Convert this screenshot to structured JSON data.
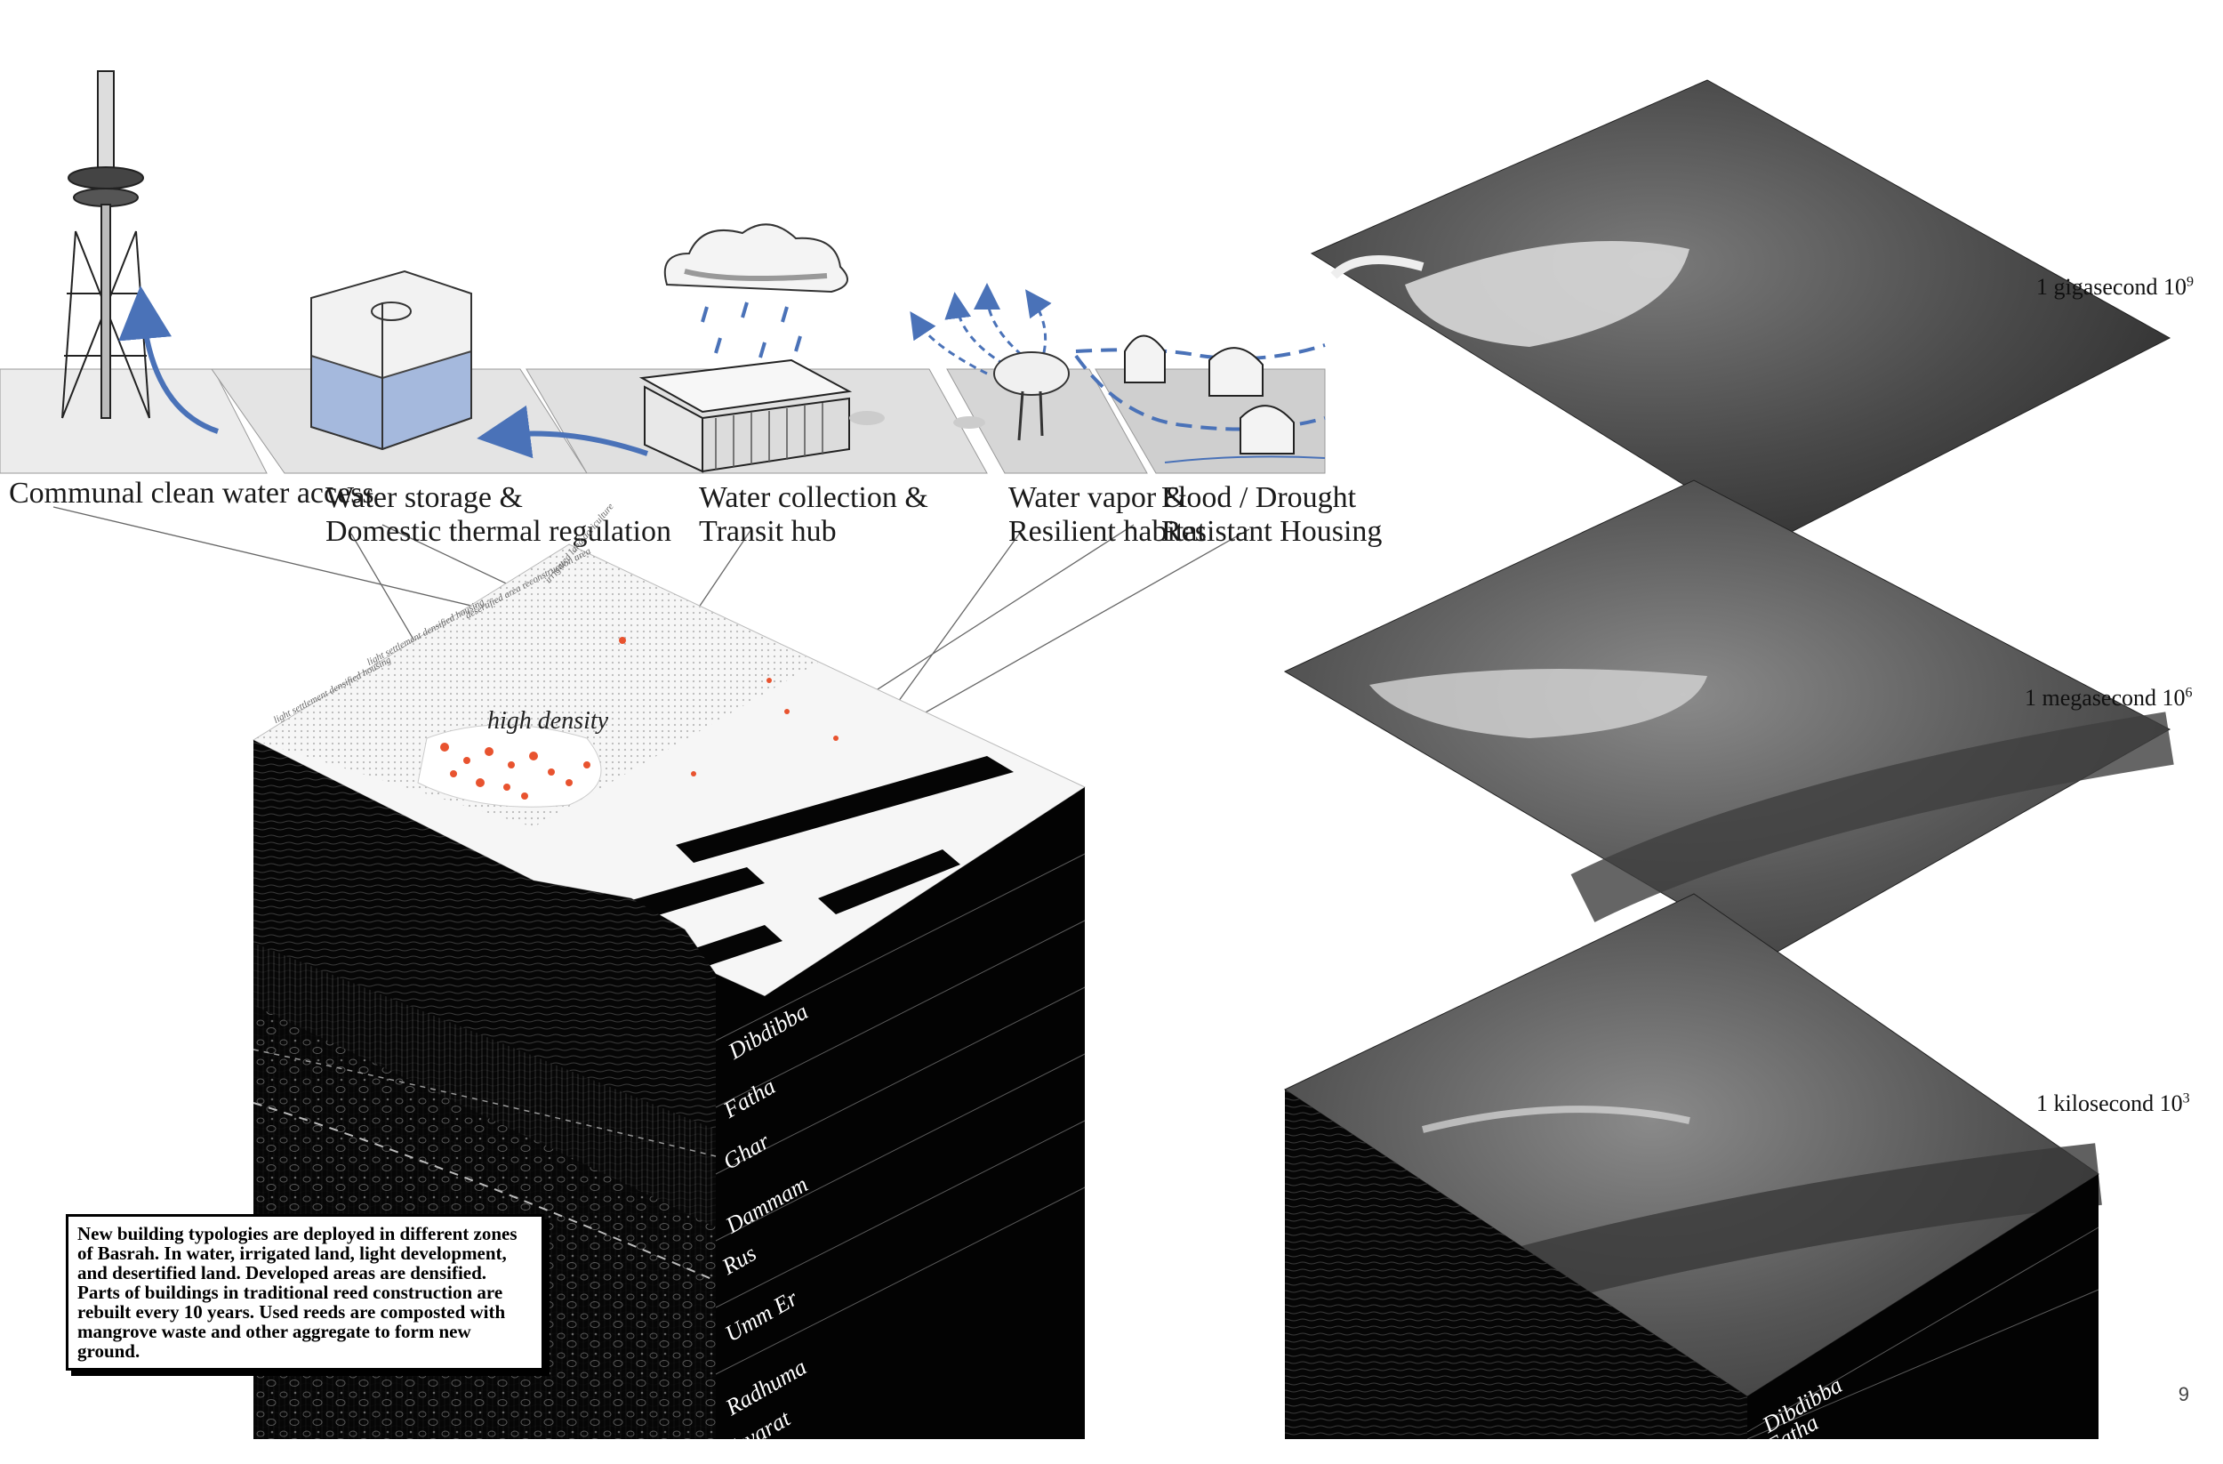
{
  "typologies": [
    {
      "line1": "Communal clean water access",
      "line2": ""
    },
    {
      "line1": "Water storage &",
      "line2": "Domestic thermal regulation"
    },
    {
      "line1": "Water collection &",
      "line2": "Transit hub"
    },
    {
      "line1": "Water vapor &",
      "line2": "Resilient habitat"
    },
    {
      "line1": "Flood / Drought",
      "line2": "Resistant Housing"
    }
  ],
  "map_annotations": {
    "high_density": "high density",
    "zone_a": "light settlement densified housing",
    "zone_b": "light settlement densified housing",
    "zone_c": "desertified area reconstruction area",
    "zone_d": "irrigated land agriculture"
  },
  "strata_left": [
    "Dibdibba",
    "Fatha",
    "Ghar",
    "Dammam",
    "Rus",
    "Umm Er",
    "Radhuma",
    "Tayarat"
  ],
  "strata_right": [
    "Dibdibba",
    "Fatha"
  ],
  "timescales": [
    {
      "label": "1 gigasecond 10",
      "exp": "9"
    },
    {
      "label": "1 megasecond 10",
      "exp": "6"
    },
    {
      "label": "1 kilosecond 10",
      "exp": "3"
    }
  ],
  "caption": "New building typologies are deployed in different zones of Basrah. In water, irrigated land, light development, and desertified land. Developed areas are densified.  Parts of buildings in traditional reed construction are rebuilt every 10 years. Used reeds are composted with mangrove waste and other aggregate to form new ground.",
  "page_number": "9",
  "colors": {
    "water_blue": "#4a72b8",
    "density_red": "#e8532f",
    "earth_black": "#050505",
    "aerial_gray": "#4b4b4b"
  }
}
